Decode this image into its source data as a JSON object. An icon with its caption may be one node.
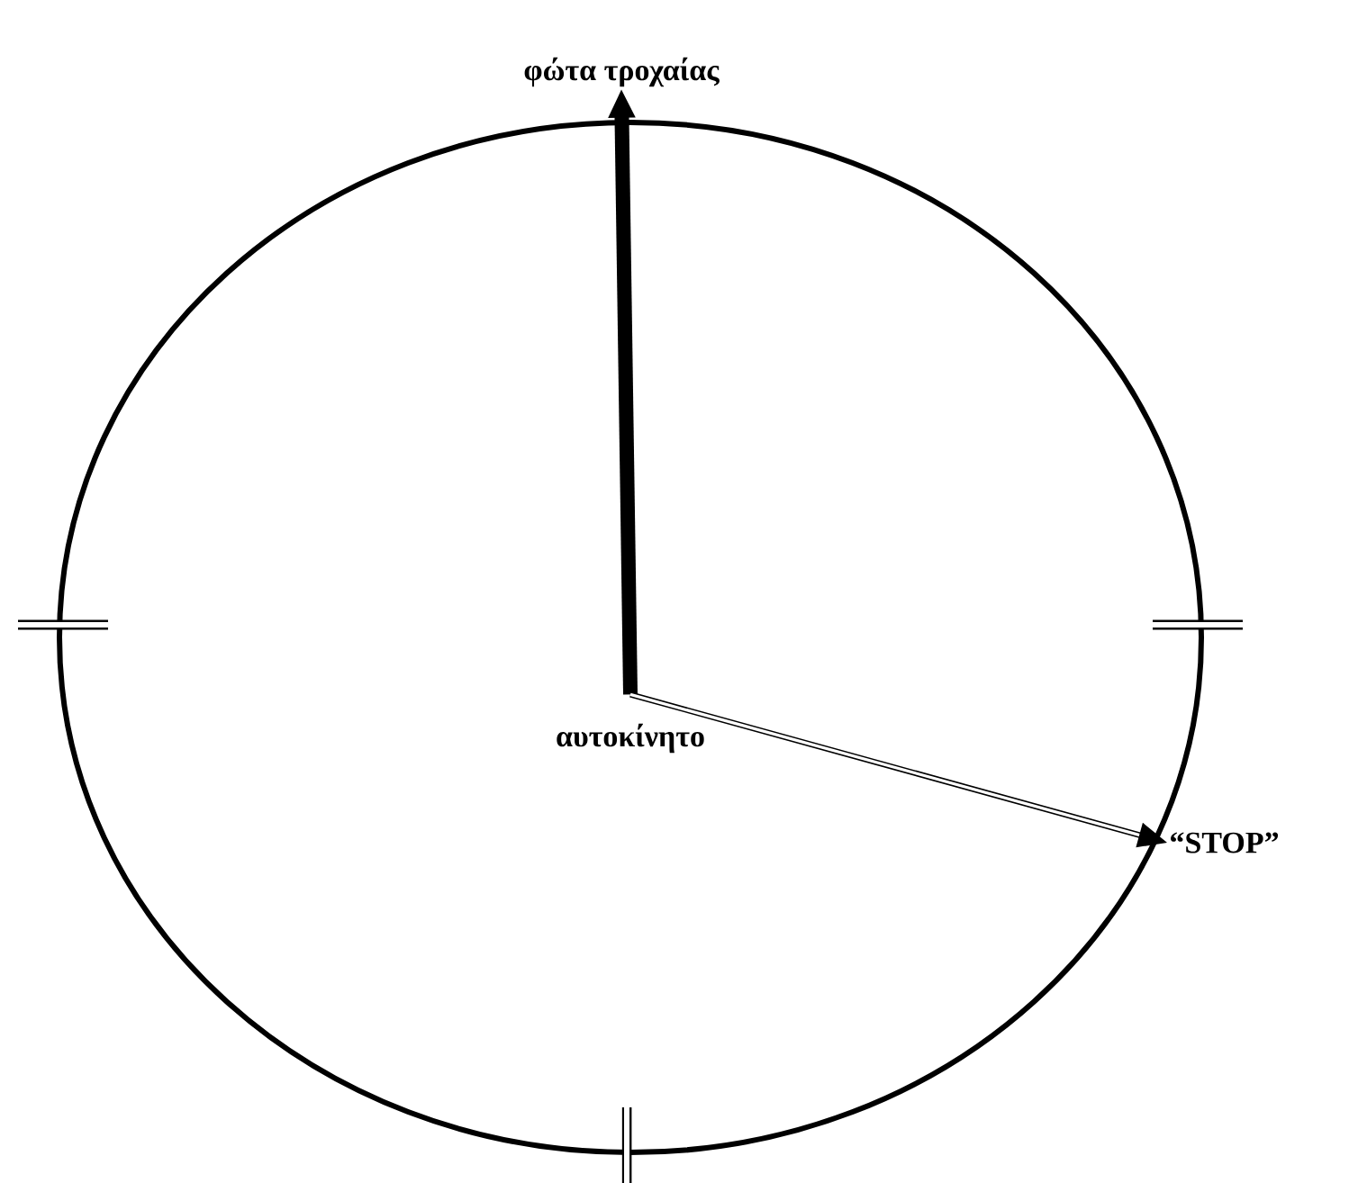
{
  "diagram": {
    "nodes": [
      {
        "text": [
          "φώτα τροχαίας"
        ]
      },
      {
        "text": [
          "αυτοκίνητο"
        ]
      },
      {
        "text": [
          "“STOP”"
        ]
      }
    ],
    "edges": [
      {
        "from": 1,
        "to": 0,
        "arrow": "to",
        "style": "thick"
      },
      {
        "from": 1,
        "to": 2,
        "arrow": "to"
      }
    ]
  }
}
